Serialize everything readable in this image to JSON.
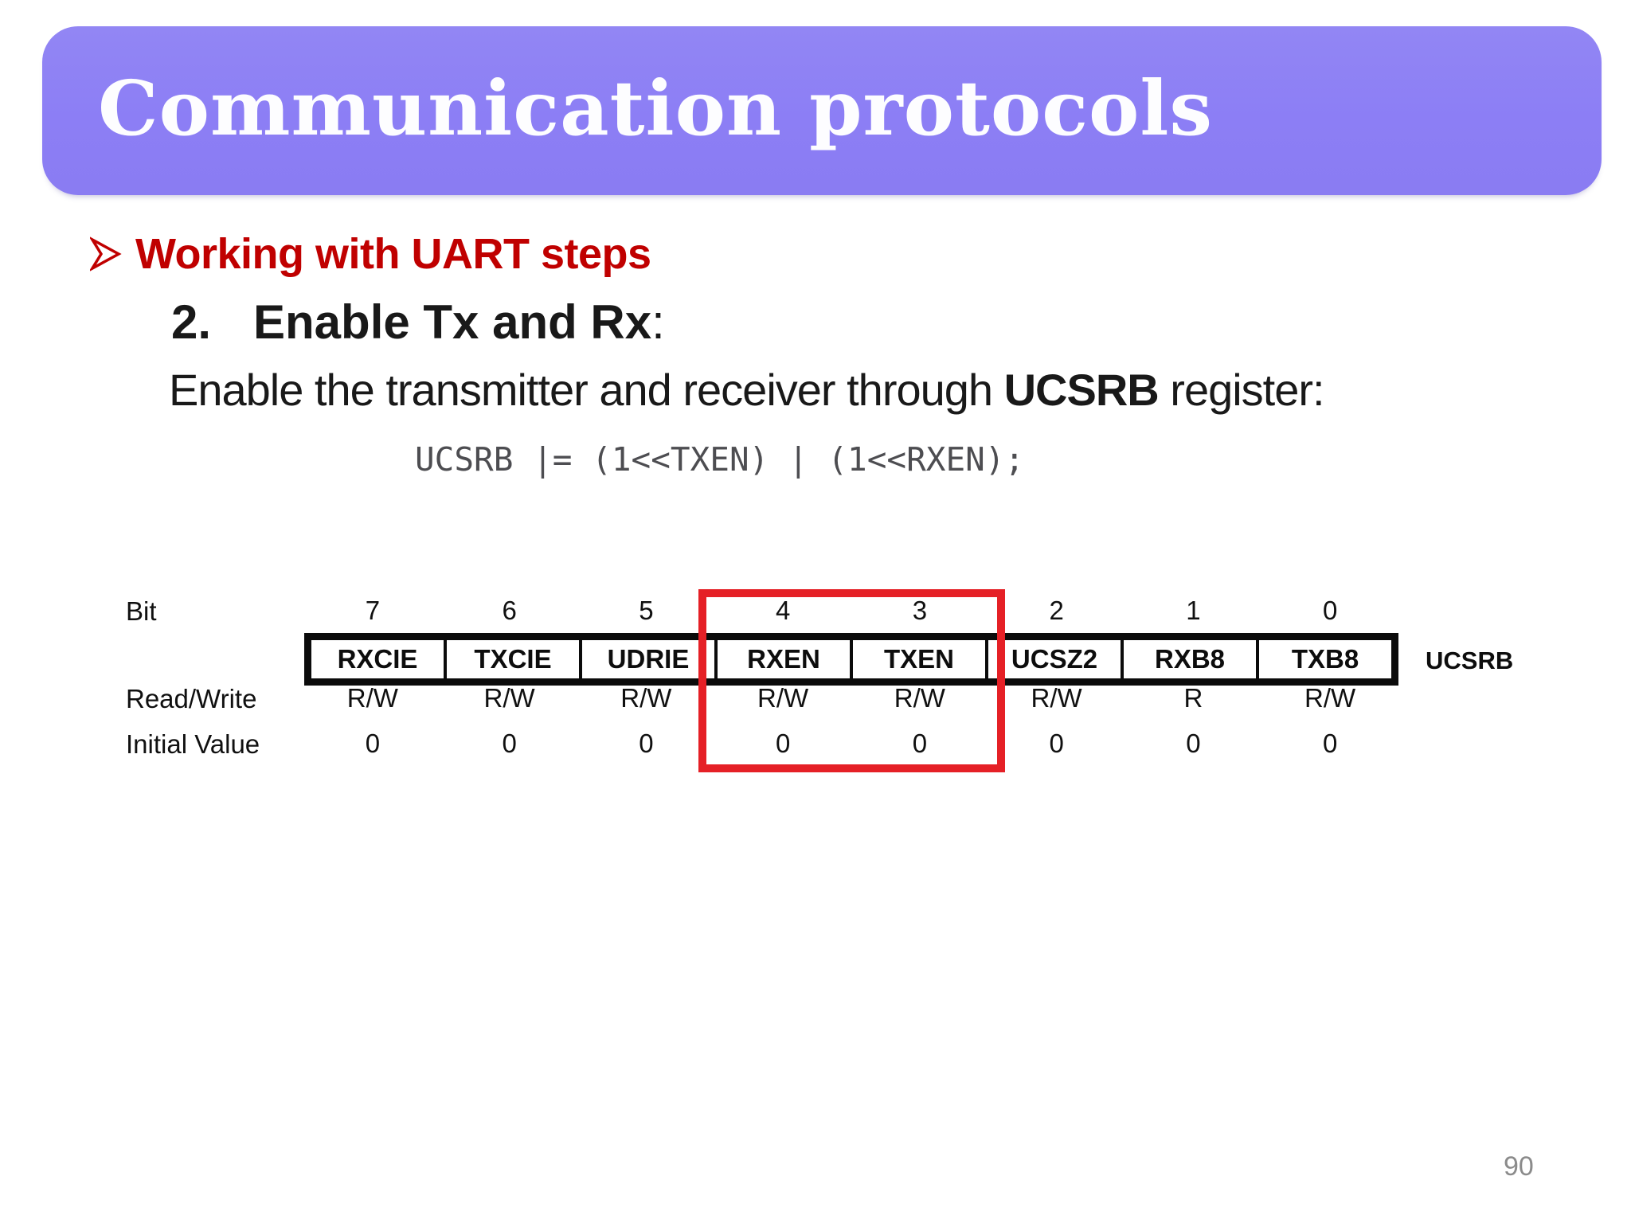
{
  "slide": {
    "title": "Communication protocols",
    "page_number": "90"
  },
  "content": {
    "heading": "Working with UART steps",
    "bullet_icon": "arrow-outline",
    "step_number": "2.",
    "step_title": "Enable Tx and Rx",
    "step_title_suffix": ":",
    "description_prefix": "Enable the transmitter and receiver through ",
    "description_bold": "UCSRB",
    "description_suffix": " register:",
    "code": "UCSRB |= (1<<TXEN) | (1<<RXEN);"
  },
  "register_diagram": {
    "bit_row_label": "Bit",
    "bit_numbers": [
      "7",
      "6",
      "5",
      "4",
      "3",
      "2",
      "1",
      "0"
    ],
    "bit_names": [
      "RXCIE",
      "TXCIE",
      "UDRIE",
      "RXEN",
      "TXEN",
      "UCSZ2",
      "RXB8",
      "TXB8"
    ],
    "register_name": "UCSRB",
    "read_write_label": "Read/Write",
    "read_write": [
      "R/W",
      "R/W",
      "R/W",
      "R/W",
      "R/W",
      "R/W",
      "R",
      "R/W"
    ],
    "initial_value_label": "Initial Value",
    "initial_values": [
      "0",
      "0",
      "0",
      "0",
      "0",
      "0",
      "0",
      "0"
    ],
    "highlighted_bits": [
      "4",
      "3"
    ]
  },
  "colors": {
    "banner_purple": "#8c7ef5",
    "heading_red": "#c00000",
    "highlight_red": "#e52026",
    "code_gray": "#4d4d51",
    "page_number_gray": "#8b8b8b"
  }
}
